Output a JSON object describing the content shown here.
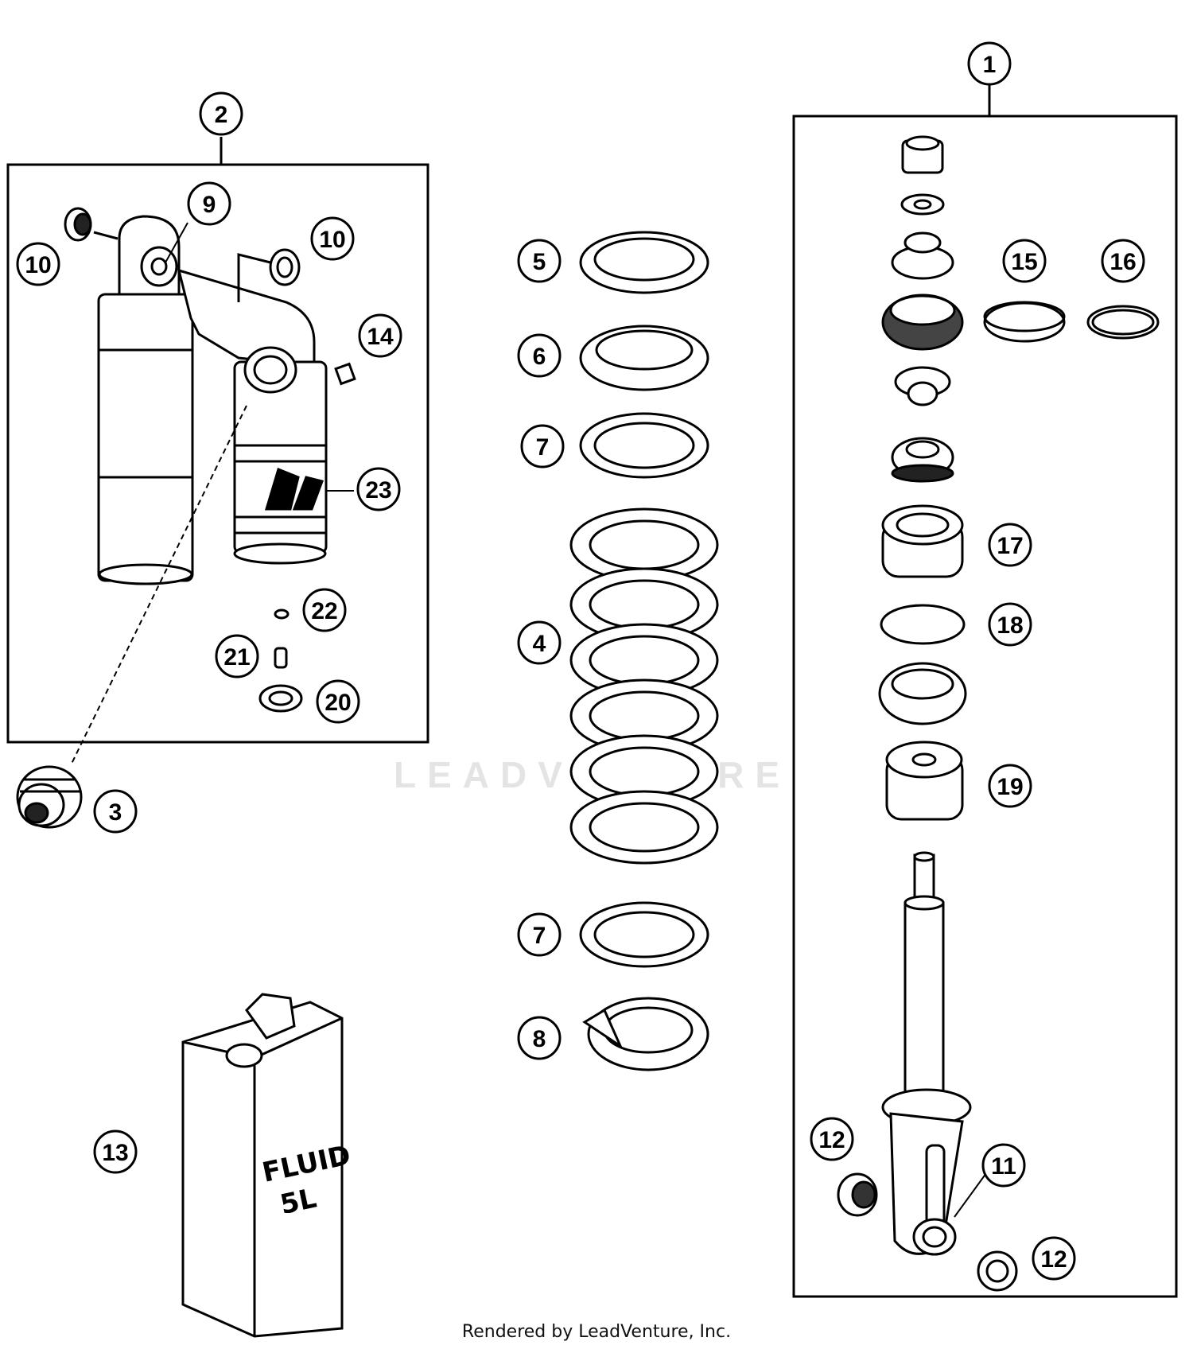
{
  "watermark": "LEADVENTURE",
  "footer": "Rendered by LeadVenture, Inc.",
  "container_label": "FLUID",
  "container_volume": "5L",
  "callouts": {
    "c1": "1",
    "c2": "2",
    "c3": "3",
    "c4": "4",
    "c5": "5",
    "c6": "6",
    "c7a": "7",
    "c7b": "7",
    "c8": "8",
    "c9": "9",
    "c10a": "10",
    "c10b": "10",
    "c11": "11",
    "c12a": "12",
    "c12b": "12",
    "c13": "13",
    "c14": "14",
    "c15": "15",
    "c16": "16",
    "c17": "17",
    "c18": "18",
    "c19": "19",
    "c20": "20",
    "c21": "21",
    "c22": "22",
    "c23": "23"
  }
}
